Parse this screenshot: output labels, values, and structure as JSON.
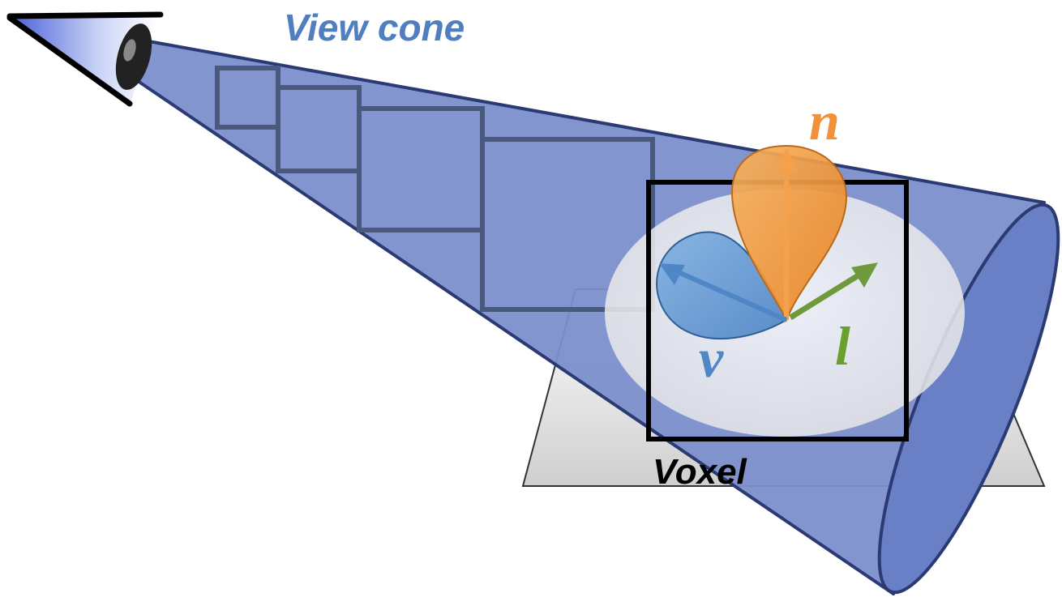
{
  "labels": {
    "view_cone": "View cone",
    "voxel": "Voxel",
    "normal": "n",
    "view": "v",
    "light": "l"
  },
  "colors": {
    "cone_fill": "#7b8fcb",
    "cone_stroke": "#2b3a73",
    "cone_cap": "#6a80c6",
    "mip_box_stroke": "#4a5a7e",
    "voxel_box": "#000000",
    "ground": "#d8d8d8",
    "view_cone_text": "#4f7fc0",
    "normal_lobe": "#f39a3c",
    "normal_text": "#f2913a",
    "view_lobe": "#5b93d0",
    "view_text": "#4f86c6",
    "light_arrow": "#6f9a3b",
    "light_text": "#6aa12e"
  },
  "icons": {
    "eye": "eye-icon"
  }
}
